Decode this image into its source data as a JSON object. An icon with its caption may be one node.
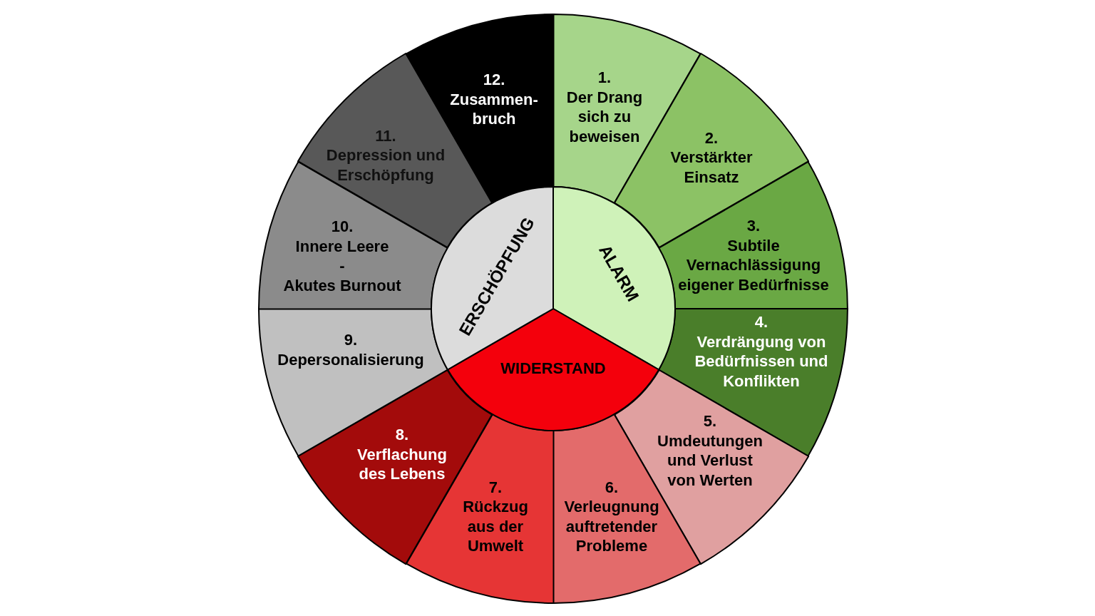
{
  "diagram": {
    "nodes": [
      {
        "text": [
          "ALARM"
        ]
      },
      {
        "text": [
          "WIDERSTAND"
        ]
      },
      {
        "text": [
          "ERSCHÖPFUNG"
        ]
      },
      {
        "text": [
          "1.",
          "Der Drang sich zu beweisen"
        ]
      },
      {
        "text": [
          "2.",
          "Verstärkter Einsatz"
        ]
      },
      {
        "text": [
          "3.",
          "Subtile Vernachlässigung eigener Bedürfnisse"
        ]
      },
      {
        "text": [
          "4.",
          "Verdrängung von Bedürfnissen und Konflikten"
        ]
      },
      {
        "text": [
          "5.",
          "Umdeutungen und Verlust von Werten"
        ]
      },
      {
        "text": [
          "6.",
          "Verleugnung auftretender Probleme"
        ]
      },
      {
        "text": [
          "7.",
          "Rückzug aus der Umwelt"
        ]
      },
      {
        "text": [
          "8.",
          "Verflachung des Lebens"
        ]
      },
      {
        "text": [
          "9.",
          "Depersonalisierung"
        ]
      },
      {
        "text": [
          "10.",
          "Innere Leere",
          "-",
          "Akutes Burnout"
        ]
      },
      {
        "text": [
          "11.",
          "Depression und Erschöpfung"
        ]
      },
      {
        "text": [
          "12.",
          "Zusammen-bruch"
        ]
      }
    ]
  }
}
